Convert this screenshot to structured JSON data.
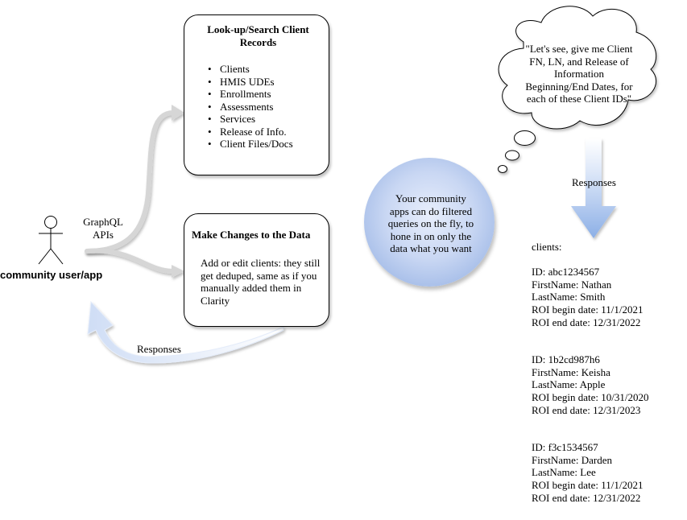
{
  "actor": {
    "label": "community user/app"
  },
  "api_label": "GraphQL\nAPIs",
  "lookup_box": {
    "title": "Look-up/Search Client Records",
    "items": [
      "Clients",
      "HMIS UDEs",
      "Enrollments",
      "Assessments",
      "Services",
      "Release of Info.",
      "Client Files/Docs"
    ]
  },
  "changes_box": {
    "title": "Make Changes to the Data",
    "body": "Add or edit clients: they still get deduped, same as if you manually added them in Clarity"
  },
  "responses_bottom": "Responses",
  "filter_circle": {
    "text": "Your community apps can do filtered queries on the fly, to hone in on only the data what you want"
  },
  "thought_bubble": {
    "text": "\"Let's see, give me Client FN, LN, and Release of Information Beginning/End Dates, for each of these Client IDs\""
  },
  "responses_right": "Responses",
  "clients": {
    "header": "clients:",
    "records": [
      {
        "id": "ID: abc1234567",
        "first": "FirstName: Nathan",
        "last": "LastName: Smith",
        "begin": "ROI begin date: 11/1/2021",
        "end": "ROI end date: 12/31/2022"
      },
      {
        "id": "ID: 1b2cd987h6",
        "first": "FirstName: Keisha",
        "last": "LastName: Apple",
        "begin": "ROI begin date: 10/31/2020",
        "end": "ROI end date: 12/31/2023"
      },
      {
        "id": "ID: f3c1534567",
        "first": "FirstName: Darden",
        "last": "LastName: Lee",
        "begin": "ROI begin date: 11/1/2021",
        "end": "ROI end date: 12/31/2022"
      }
    ]
  },
  "colors": {
    "arrow_gray": "#d4d4d4",
    "blue_light": "#dae6f8",
    "blue_dark": "#8fb1e8"
  }
}
